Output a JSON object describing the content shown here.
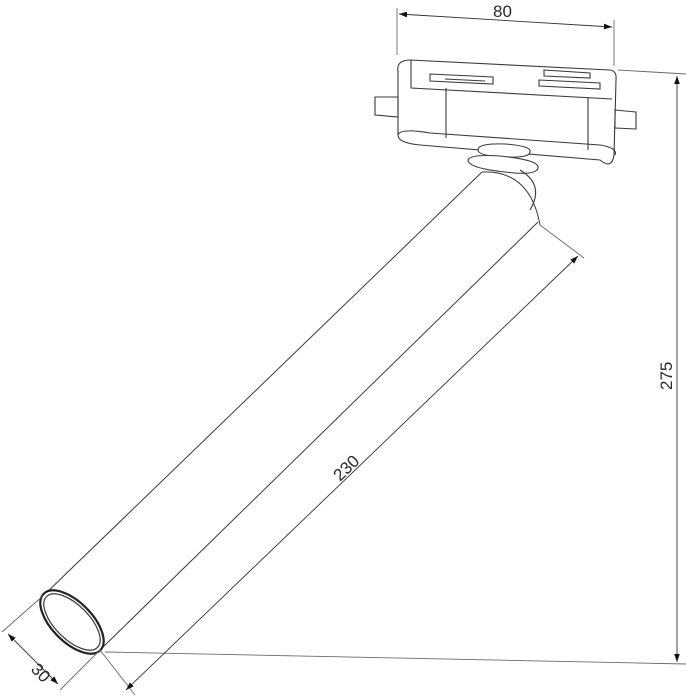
{
  "diagram": {
    "type": "technical-dimension-drawing",
    "subject": "track spotlight",
    "colors": {
      "line": "#3a3a3a",
      "dim_line": "#6a6a6a",
      "text": "#2a2a2a",
      "background": "#ffffff"
    },
    "dimensions": {
      "width": {
        "label": "80"
      },
      "height": {
        "label": "275"
      },
      "length": {
        "label": "230"
      },
      "diameter": {
        "label": "30"
      }
    }
  }
}
